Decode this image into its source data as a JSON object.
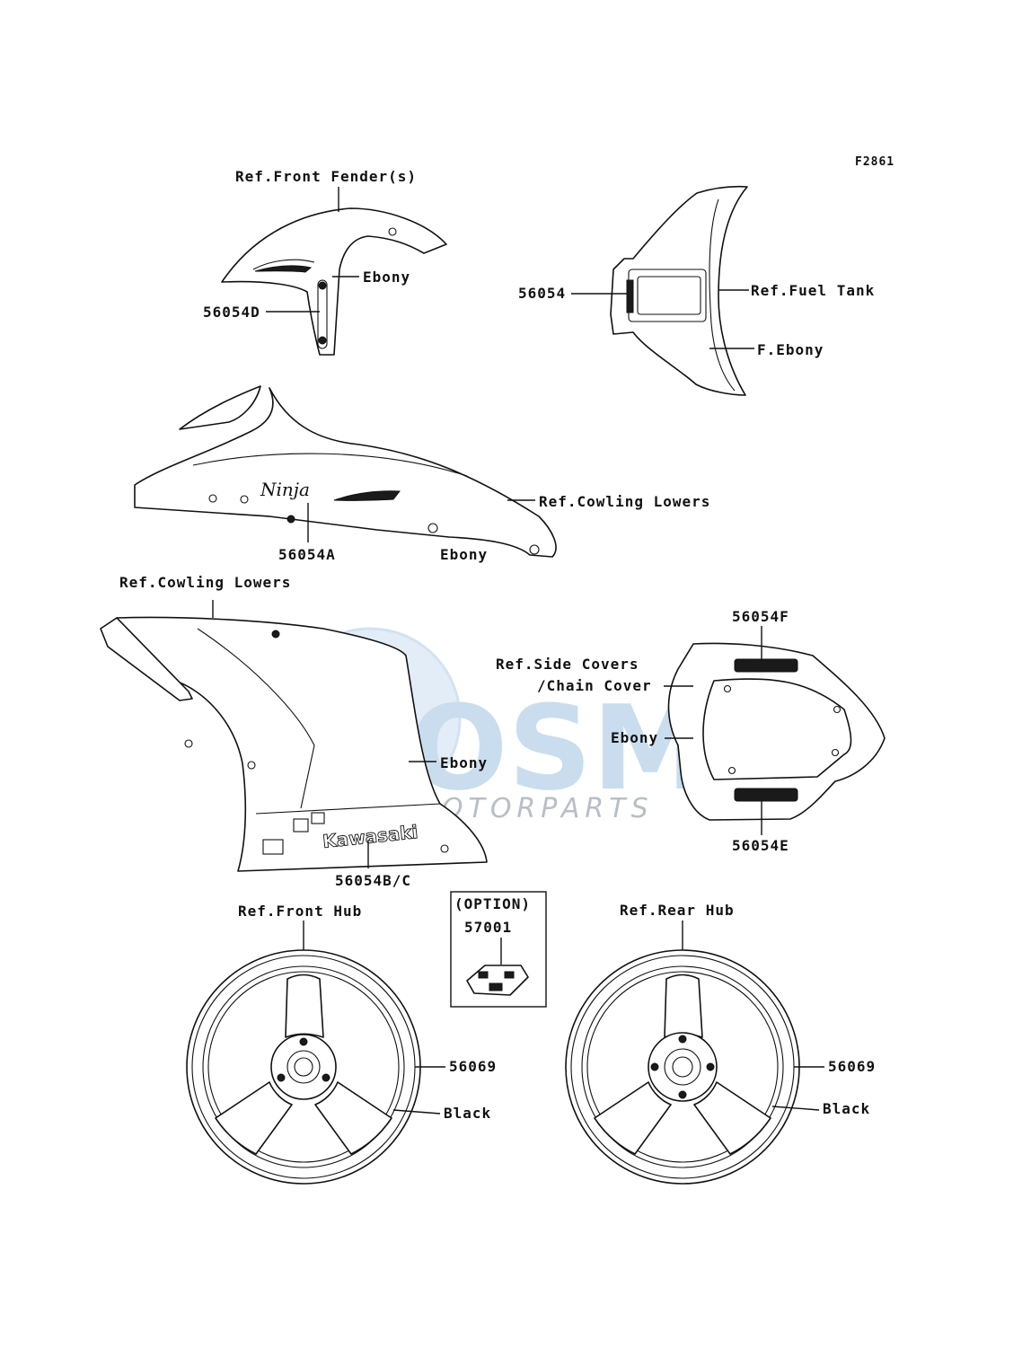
{
  "figure_code": "F2861",
  "watermark": {
    "brand": "OSM",
    "sub": "MOTORPARTS"
  },
  "front_fender": {
    "ref": "Ref.Front Fender(s)",
    "part_no": "56054D",
    "color": "Ebony"
  },
  "fuel_tank": {
    "ref": "Ref.Fuel Tank",
    "part_no": "56054",
    "color": "F.Ebony"
  },
  "cowling_upper": {
    "ref": "Ref.Cowling Lowers",
    "part_no": "56054A",
    "color": "Ebony",
    "logo": "Ninja"
  },
  "cowling_lower": {
    "ref": "Ref.Cowling Lowers",
    "part_no": "56054B/C",
    "color": "Ebony",
    "logo": "Kawasaki"
  },
  "side_covers": {
    "ref_line1": "Ref.Side Covers",
    "ref_line2": "/Chain Cover",
    "part_top": "56054F",
    "part_bottom": "56054E",
    "color": "Ebony"
  },
  "option": {
    "label": "(OPTION)",
    "part_no": "57001"
  },
  "front_wheel": {
    "ref": "Ref.Front Hub",
    "part_no": "56069",
    "color": "Black"
  },
  "rear_wheel": {
    "ref": "Ref.Rear Hub",
    "part_no": "56069",
    "color": "Black"
  },
  "colors": {
    "line": "#111111",
    "watermark": "#c9ddee",
    "watermark_text": "#b8bec6"
  }
}
